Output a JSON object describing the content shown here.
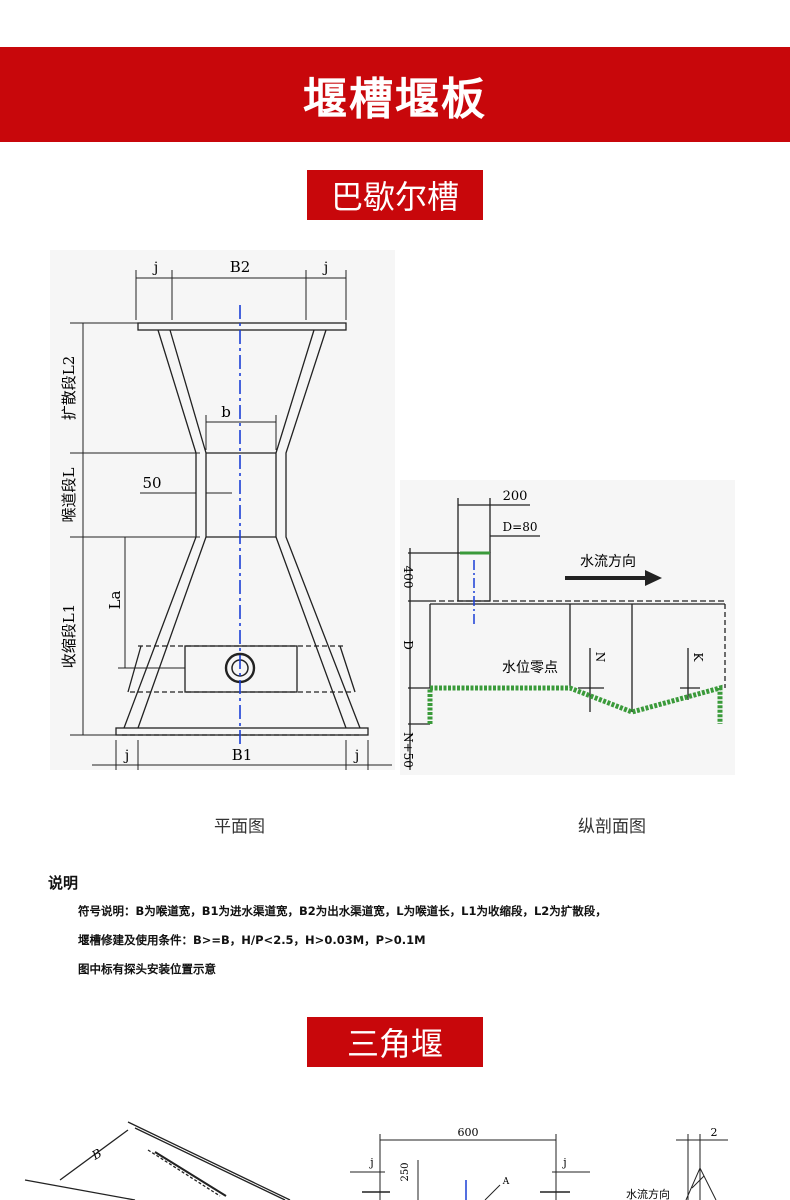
{
  "header": {
    "title": "堰槽堰板"
  },
  "section1": {
    "title": "巴歇尔槽",
    "plan": {
      "label_j": "j",
      "label_b2": "B2",
      "label_b": "b",
      "label_50": "50",
      "label_la": "La",
      "label_b1": "B1",
      "label_l2": "扩散段L2",
      "label_l": "喉道段L",
      "label_l1": "收缩段L1"
    },
    "profile": {
      "label_200": "200",
      "label_d80": "D=80",
      "label_flow": "水流方向",
      "label_400": "400",
      "label_d": "D",
      "label_n": "N",
      "label_k": "K",
      "label_zero": "水位零点",
      "label_n50": "N+50"
    },
    "caption_plan": "平面图",
    "caption_profile": "纵剖面图"
  },
  "notes": {
    "heading": "说明",
    "lines": [
      "符号说明：B为喉道宽，B1为进水渠道宽，B2为出水渠道宽，L为喉道长，L1为收缩段，L2为扩散段，",
      "堰槽修建及使用条件：B>=B，H/P<2.5，H>0.03M，P>0.1M",
      "图中标有探头安装位置示意"
    ]
  },
  "section2": {
    "title": "三角堰",
    "labels": {
      "b": "B",
      "dim_600": "600",
      "j1": "j",
      "j2": "j",
      "dim_250": "250",
      "a": "A",
      "dim_2": "2",
      "flow": "水流方向"
    }
  },
  "colors": {
    "accent": "#c8070b",
    "green": "#3a9a3a",
    "blue": "#1a3fd6"
  }
}
